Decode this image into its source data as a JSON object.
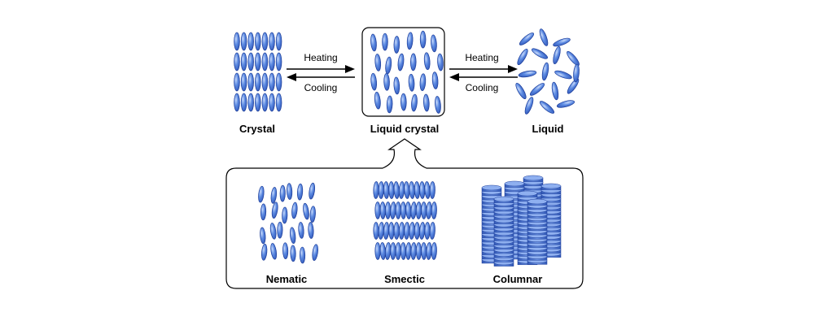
{
  "colors": {
    "molecule_fill": "#4f7fdc",
    "molecule_stroke": "#1f3f9a",
    "molecule_highlight": "#b9cff5",
    "disc_top": "#8fb0f0",
    "line": "#000000"
  },
  "phases": {
    "crystal": "Crystal",
    "liquid_crystal": "Liquid crystal",
    "liquid": "Liquid"
  },
  "transitions": {
    "left": {
      "forward": "Heating",
      "backward": "Cooling"
    },
    "right": {
      "forward": "Heating",
      "backward": "Cooling"
    }
  },
  "subtypes": {
    "nematic": "Nematic",
    "smectic": "Smectic",
    "columnar": "Columnar"
  }
}
